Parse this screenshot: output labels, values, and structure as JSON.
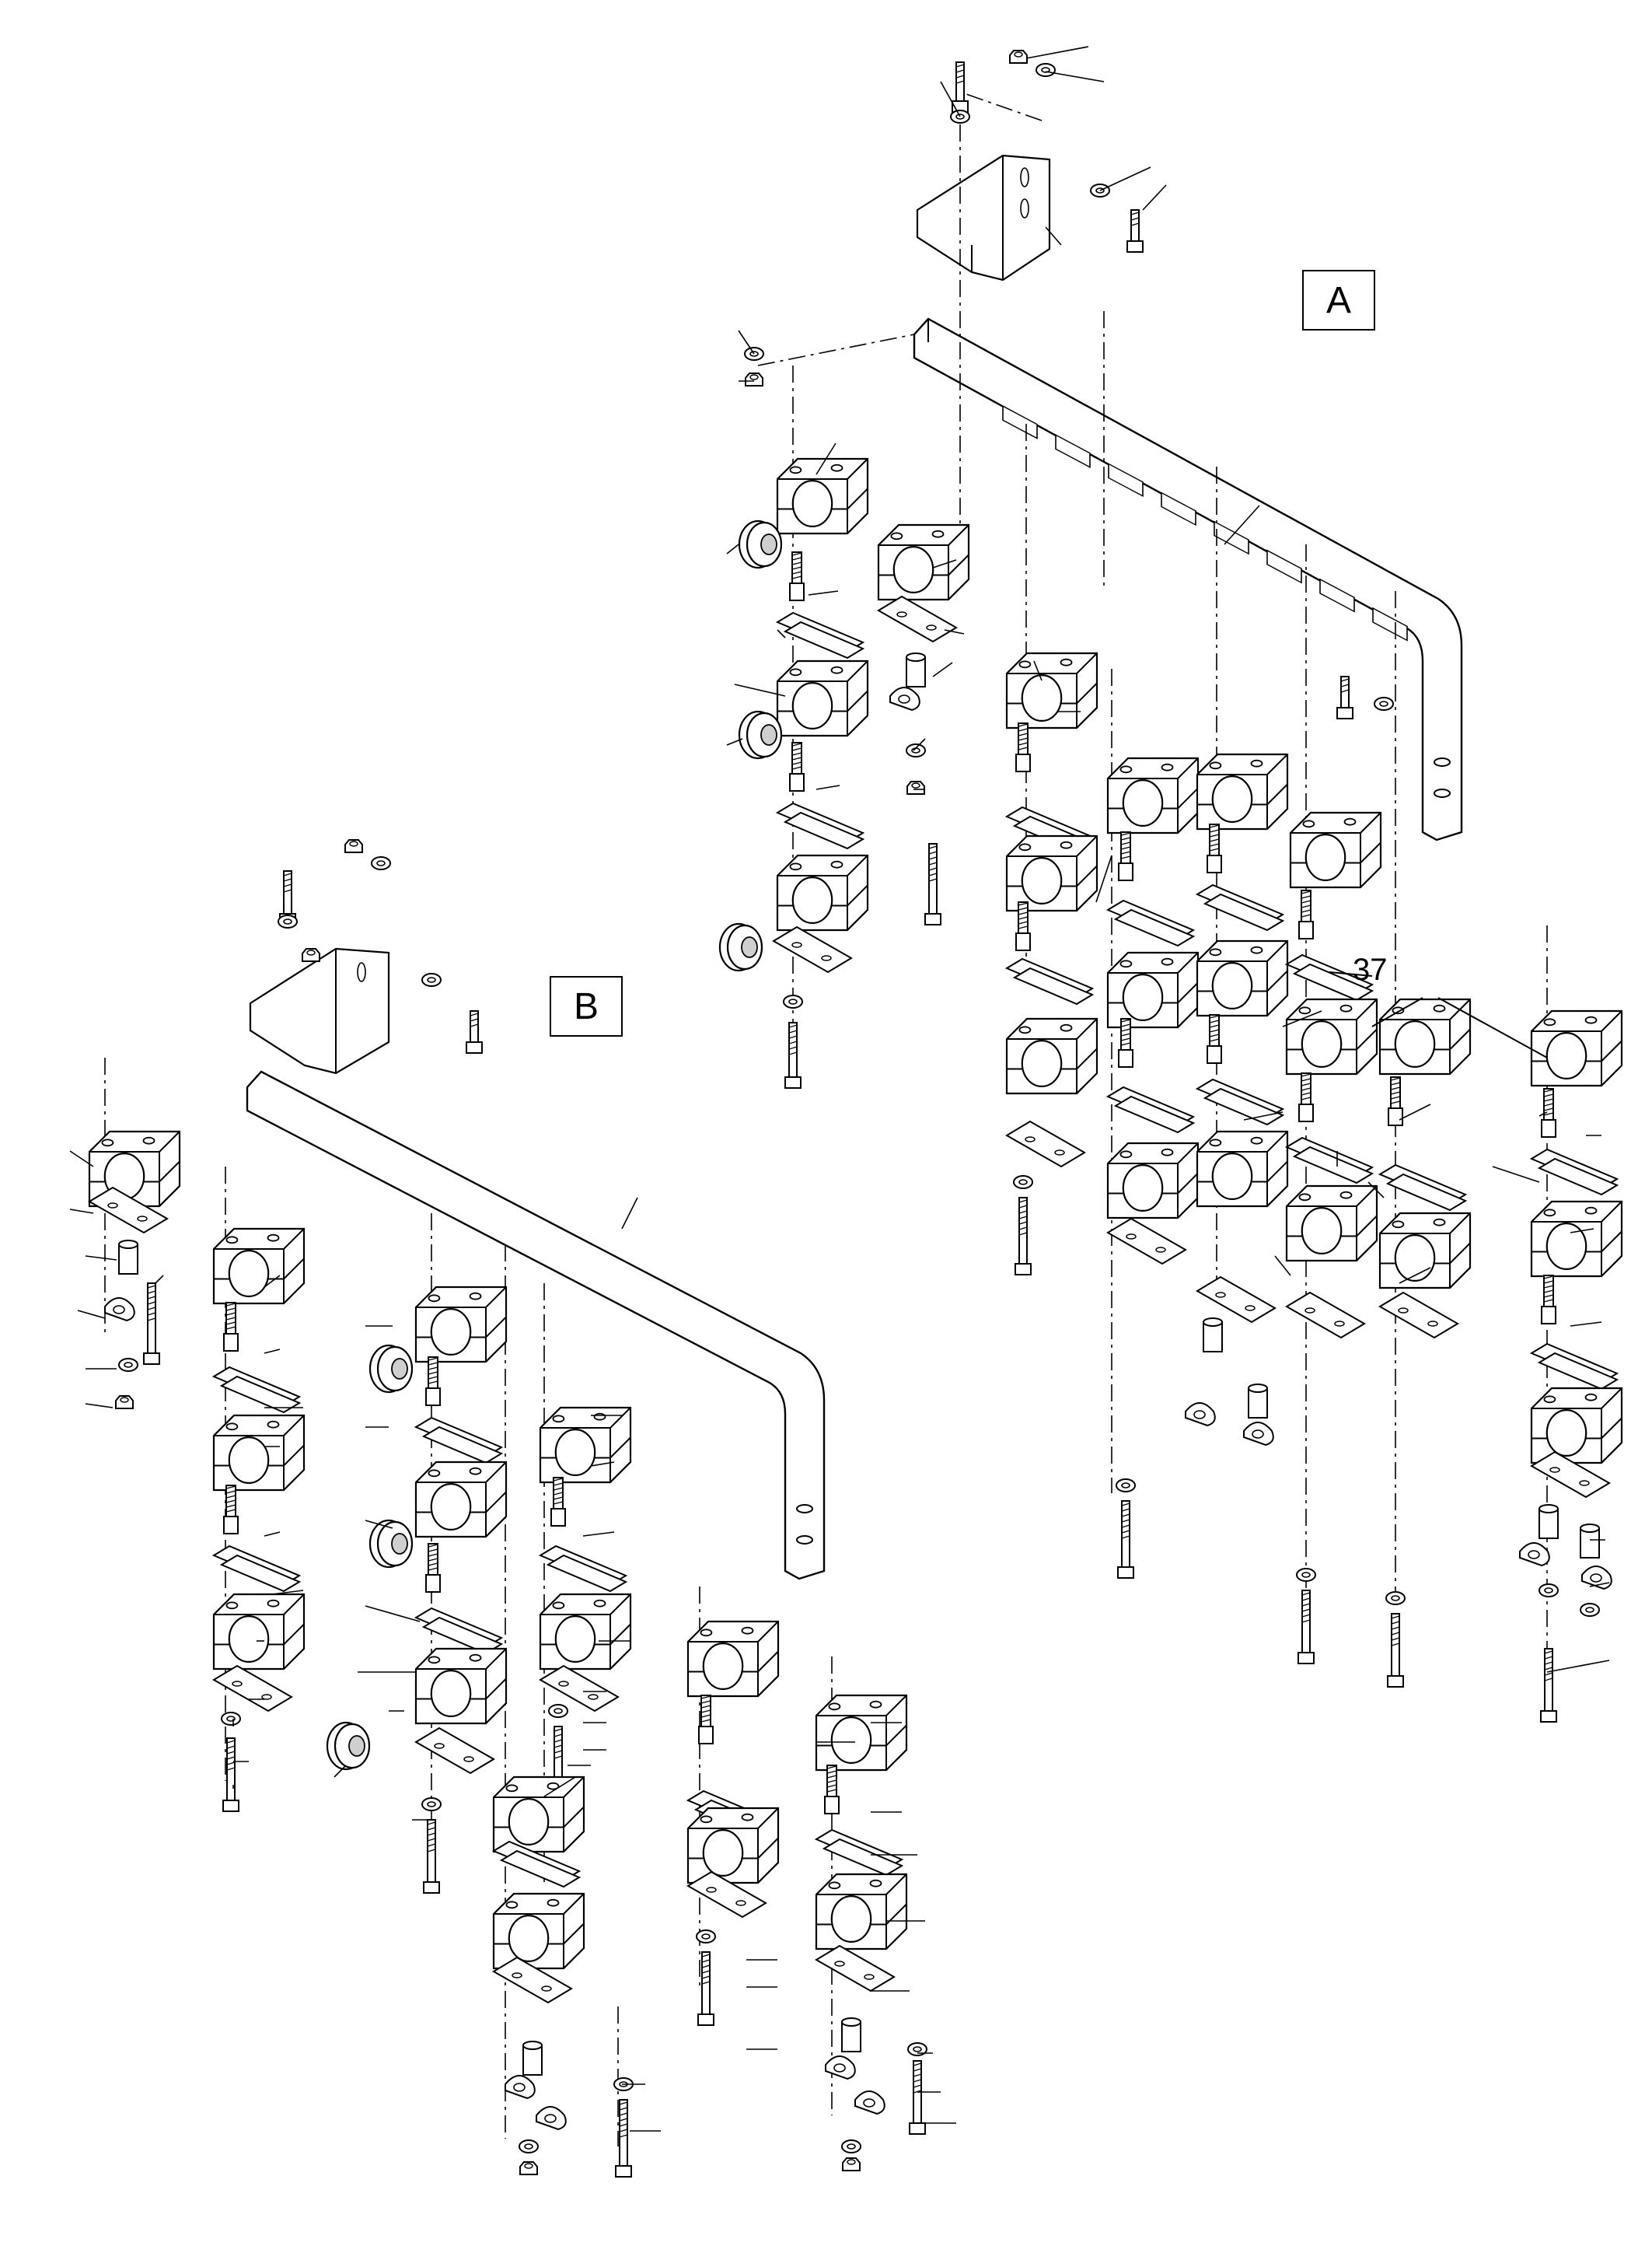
{
  "diagram": {
    "views": [
      {
        "id": "view-a",
        "label": "A"
      },
      {
        "id": "view-b",
        "label": "B"
      }
    ],
    "callouts": [
      {
        "id": "callout-37",
        "text": "37"
      }
    ],
    "colors": {
      "line": "#000000",
      "background": "#ffffff",
      "part_fill": "#ffffff",
      "shade": "#cfcfcf"
    }
  }
}
